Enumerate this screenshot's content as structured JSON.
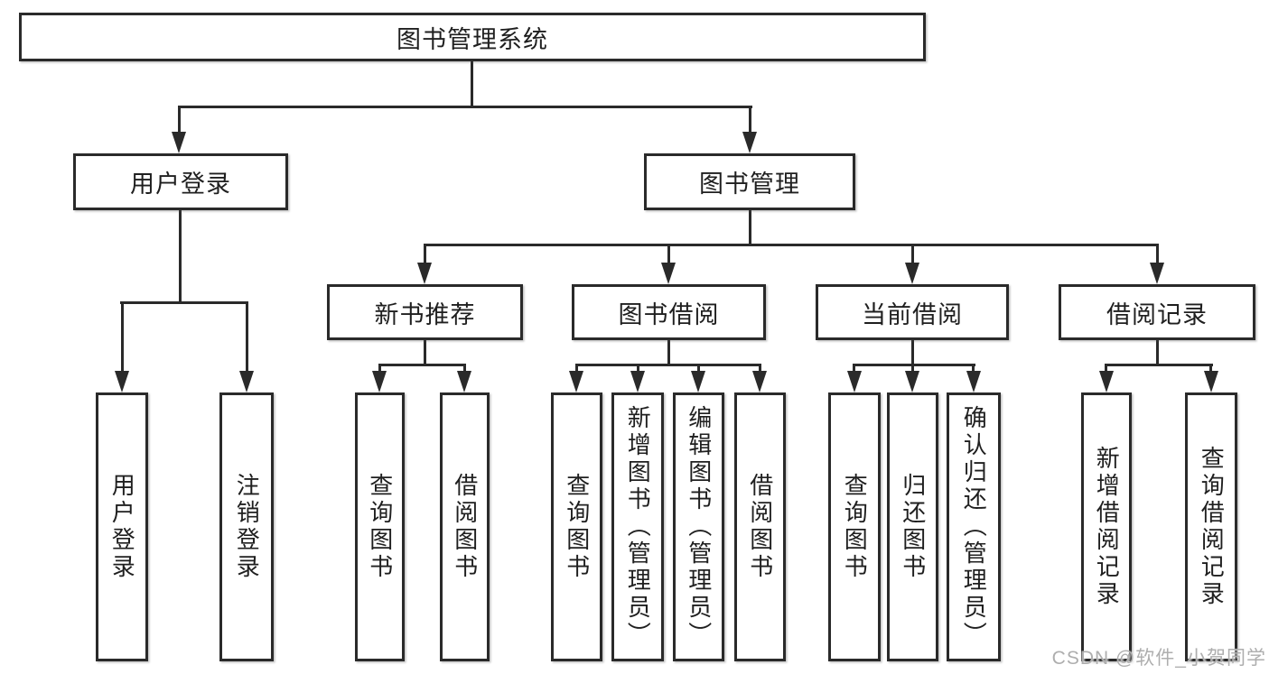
{
  "nodes": {
    "root": "图书管理系统",
    "user_login": "用户登录",
    "book_mgmt": "图书管理",
    "new_books": "新书推荐",
    "book_borrow": "图书借阅",
    "current_borrow": "当前借阅",
    "borrow_records": "借阅记录",
    "leaf_user_login": "用户登录",
    "leaf_logout": "注销登录",
    "nb_query": "查询图书",
    "nb_borrow": "借阅图书",
    "bb_query": "查询图书",
    "bb_add": "新增图书（管理员）",
    "bb_edit": "编辑图书（管理员）",
    "bb_borrow": "借阅图书",
    "cb_query": "查询图书",
    "cb_return": "归还图书",
    "cb_confirm": "确认归还（管理员）",
    "br_add": "新增借阅记录",
    "br_query": "查询借阅记录"
  },
  "watermark": "CSDN @软件_小贺同学",
  "colors": {
    "line": "#2a2a2a",
    "text": "#1f1f1f",
    "watermark": "#aeaeae",
    "background": "#ffffff"
  }
}
